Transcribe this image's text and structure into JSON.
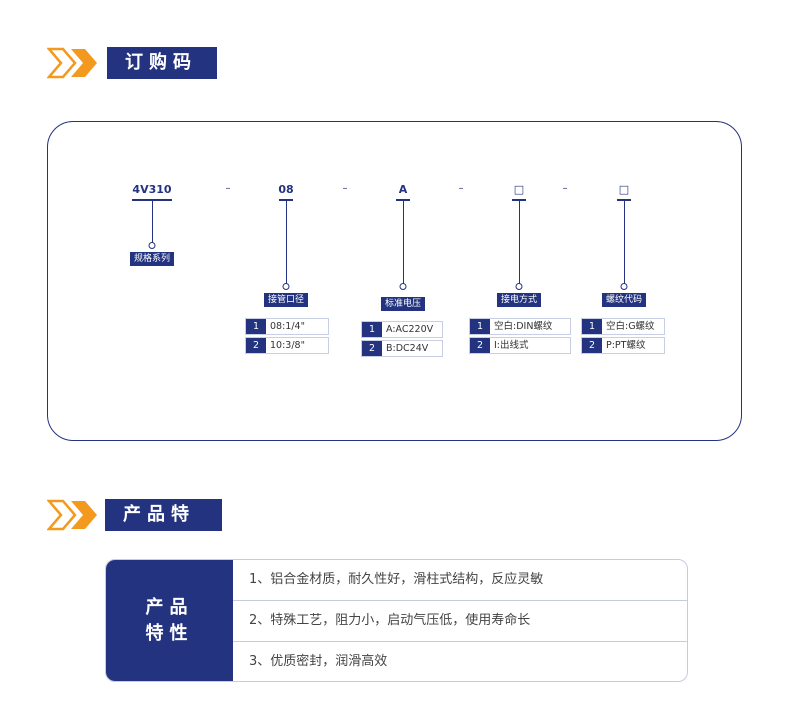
{
  "section1": {
    "title": "订购码"
  },
  "section2": {
    "title": "产品特性"
  },
  "code": {
    "segments": [
      {
        "code": "4V310",
        "label": "规格系列"
      },
      {
        "code": "08",
        "label": "接管口径",
        "options": [
          {
            "num": "1",
            "text": "08:1/4\""
          },
          {
            "num": "2",
            "text": "10:3/8\""
          }
        ]
      },
      {
        "code": "A",
        "label": "标准电压",
        "options": [
          {
            "num": "1",
            "text": "A:AC220V"
          },
          {
            "num": "2",
            "text": "B:DC24V"
          }
        ]
      },
      {
        "code": "□",
        "label": "接电方式",
        "options": [
          {
            "num": "1",
            "text": "空白:DIN螺纹"
          },
          {
            "num": "2",
            "text": "I:出线式"
          }
        ]
      },
      {
        "code": "□",
        "label": "螺纹代码",
        "options": [
          {
            "num": "1",
            "text": "空白:G螺纹"
          },
          {
            "num": "2",
            "text": "P:PT螺纹"
          }
        ]
      }
    ],
    "separator": "–"
  },
  "features": {
    "heading_line1": "产品",
    "heading_line2": "特性",
    "items": [
      "1、铝合金材质，耐久性好，滑柱式结构，反应灵敏",
      "2、特殊工艺，阻力小，启动气压低，使用寿命长",
      "3、优质密封，润滑高效"
    ]
  },
  "colors": {
    "primary": "#23337f",
    "accent": "#f39a1e",
    "accent_light": "#f8c27a"
  }
}
